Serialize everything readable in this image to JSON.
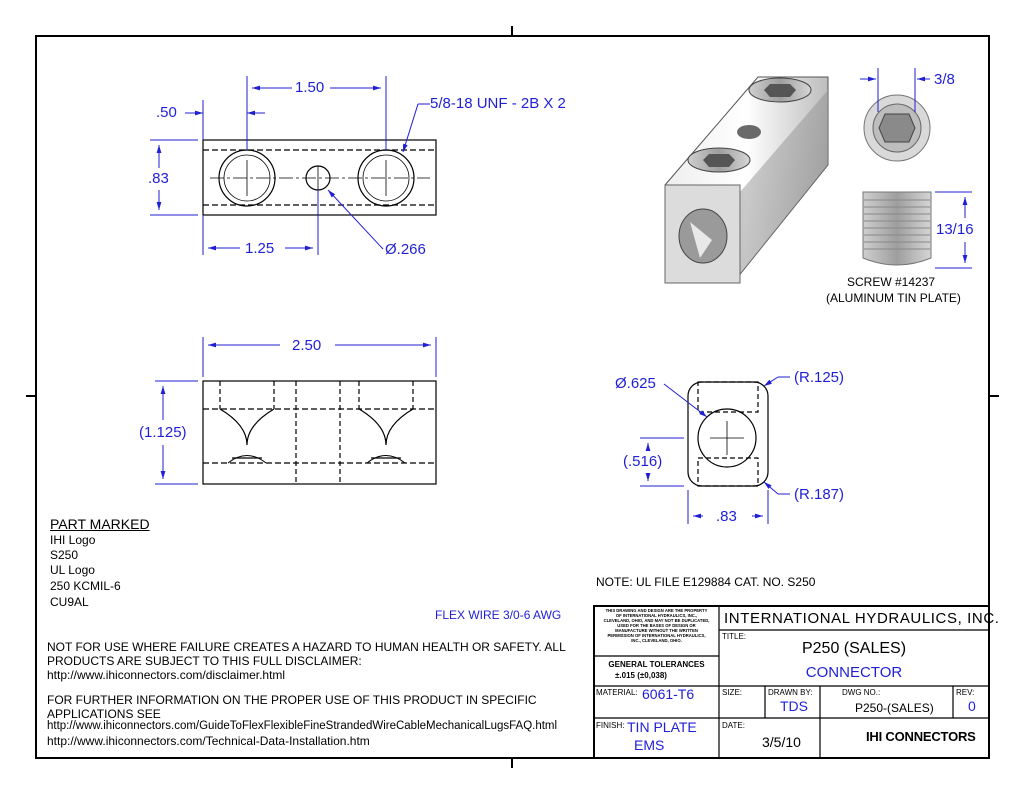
{
  "dimensions": {
    "top_1_50": "1.50",
    "top_0_50": ".50",
    "thread": "5/8-18 UNF - 2B X 2",
    "height_83": ".83",
    "dist_1_25": "1.25",
    "hole_266": "Ø.266",
    "length_2_50": "2.50",
    "height_1_125": "(1.125)",
    "screw_3_8": "3/8",
    "screw_13_16": "13/16",
    "bore_625": "Ø.625",
    "r_125": "(R.125)",
    "offset_516": "(.516)",
    "r_187": "(R.187)",
    "width_83": ".83"
  },
  "screw": {
    "line1": "SCREW #14237",
    "line2": "(ALUMINUM TIN PLATE)"
  },
  "part_marked": {
    "heading": "PART MARKED",
    "lines": [
      "IHI Logo",
      "S250",
      "UL Logo",
      "250 KCMIL-6",
      "CU9AL"
    ]
  },
  "flex_wire": "FLEX WIRE 3/0-6 AWG",
  "note_ul": "NOTE: UL FILE E129884 CAT. NO. S250",
  "disclaimer": {
    "line1": "NOT FOR USE WHERE FAILURE CREATES A HAZARD TO HUMAN HEALTH OR SAFETY. ALL",
    "line2": "PRODUCTS ARE SUBJECT TO THIS FULL DISCLAIMER:",
    "url1": "http://www.ihiconnectors.com/disclaimer.html",
    "info1": "FOR FURTHER INFORMATION ON THE PROPER USE OF THIS PRODUCT IN SPECIFIC",
    "info2": "APPLICATIONS SEE",
    "url2": "http://www.ihiconnectors.com/GuideToFlexFlexibleFineStrandedWireCableMechanicalLugsFAQ.html",
    "url3": "http://www.ihiconnectors.com/Technical-Data-Installation.htm"
  },
  "title_block": {
    "property_note": [
      "THIS DRAWING AND DESIGN ARE THE PROPERTY",
      "OF INTERNATIONAL HYDRAULICS, INC.,",
      "CLEVELAND, OHIO, AND MAY NOT BE DUPLICATED,",
      "USED FOR THE BASES OF DESIGN OR",
      "MANUFACTURE WITHOUT THE WRITTEN",
      "PERMISSION OF INTERNATIONAL HYDRAULICS,",
      "INC., CLEVELAND, OHIO."
    ],
    "tolerances_label": "GENERAL TOLERANCES",
    "tolerances_value": "±.015 (±0,038)",
    "company": "INTERNATIONAL HYDRAULICS, INC.",
    "title_label": "TITLE:",
    "title1": "P250 (SALES)",
    "title2": "CONNECTOR",
    "material_label": "MATERIAL:",
    "material": "6061-T6",
    "size_label": "SIZE:",
    "drawn_label": "DRAWN BY:",
    "drawn": "TDS",
    "dwg_label": "DWG NO.:",
    "dwg": "P250-(SALES)",
    "rev_label": "REV:",
    "rev": "0",
    "finish_label": "FINISH:",
    "finish1": "TIN PLATE",
    "finish2": "EMS",
    "date_label": "DATE:",
    "date": "3/5/10",
    "brand": "IHI CONNECTORS"
  },
  "colors": {
    "dimension": "#1f1fd6",
    "line": "#000000"
  }
}
